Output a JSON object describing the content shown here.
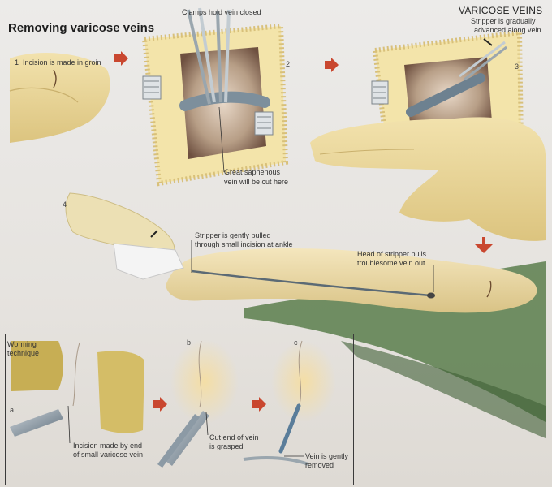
{
  "header": "VARICOSE VEINS",
  "title": "Removing varicose veins",
  "steps": {
    "s1": "Incision is made in groin",
    "s1_num": "1",
    "s2_top": "Clamps hold vein closed",
    "s2_num": "2",
    "s2_bottom": [
      "Great saphenous",
      "vein will be cut here"
    ],
    "s3": [
      "Stripper is gradually",
      "advanced along vein"
    ],
    "s3_num": "3",
    "s4_num": "4",
    "s4_a": [
      "Stripper is gently pulled",
      "through small incision at ankle"
    ],
    "s4_b": [
      "Head of stripper pulls",
      "troublesome vein out"
    ]
  },
  "worming": {
    "title": [
      "Worming",
      "technique"
    ],
    "a_num": "a",
    "a_text": [
      "Incision made by end",
      "of small varicose vein"
    ],
    "b_num": "b",
    "b_text": [
      "Cut end of vein",
      "is grasped"
    ],
    "c_num": "c",
    "c_text": [
      "Vein is gently",
      "removed"
    ]
  },
  "colors": {
    "skin": "#efdc9e",
    "glove": "#ecdfae",
    "arrow": "#c9472f",
    "steel": "#6d8190",
    "vein": "#5b6a75"
  }
}
